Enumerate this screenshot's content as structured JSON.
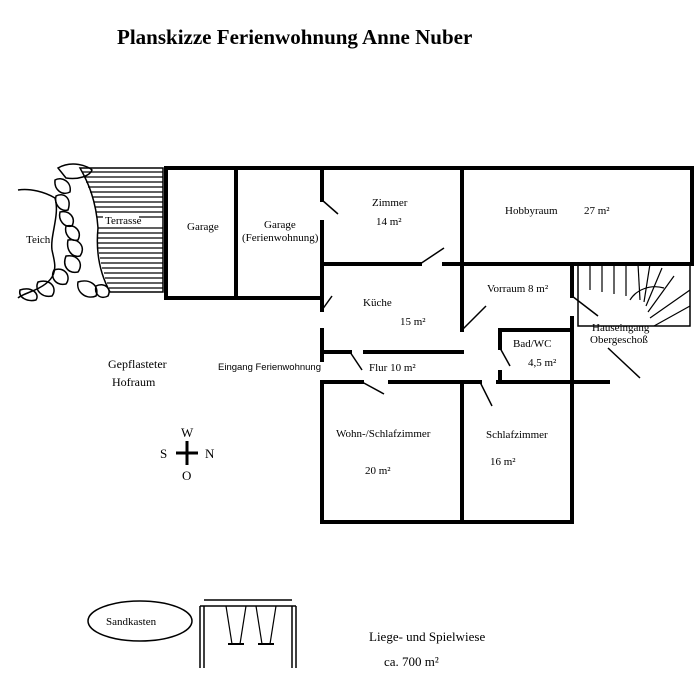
{
  "title": "Planskizze Ferienwohnung Anne Nuber",
  "rooms": {
    "teich": "Teich",
    "terrasse": "Terrasse",
    "garage": "Garage",
    "garage_fw_line1": "Garage",
    "garage_fw_line2": "(Ferienwohnung)",
    "zimmer": "Zimmer",
    "zimmer_area": "14 m²",
    "hobbyraum": "Hobbyraum",
    "hobbyraum_area": "27 m²",
    "kueche": "Küche",
    "kueche_area": "15 m²",
    "vorraum": "Vorraum  8 m²",
    "hauseingang_line1": "Hauseingang",
    "hauseingang_line2": "Obergeschoß",
    "bad": "Bad/WC",
    "bad_area": "4,5 m²",
    "eingang": "Eingang Ferienwohnung",
    "flur": "Flur  10 m²",
    "gepflastert_line1": "Gepflasteter",
    "gepflastert_line2": "Hofraum",
    "wohn": "Wohn-/Schlafzimmer",
    "wohn_area": "20 m²",
    "schlaf": "Schlafzimmer",
    "schlaf_area": "16 m²",
    "sandkasten": "Sandkasten",
    "wiese_line1": "Liege- und Spielwiese",
    "wiese_line2": "ca. 700 m²"
  },
  "compass": {
    "west": "W",
    "south": "S",
    "north": "N",
    "east": "O"
  }
}
